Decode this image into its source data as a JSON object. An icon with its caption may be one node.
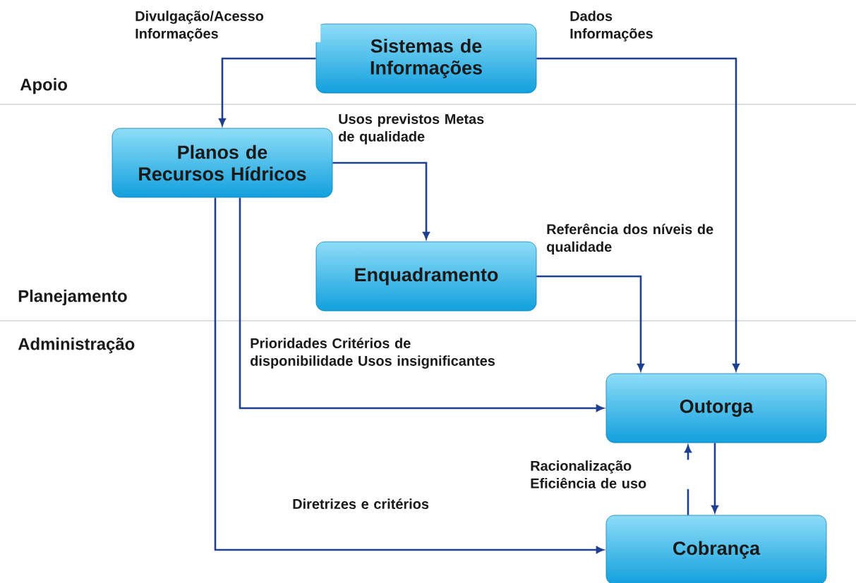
{
  "diagram": {
    "nodes": [
      {
        "text": [
          "Sistemas de Informações"
        ]
      },
      {
        "text": [
          "Planos de Recursos Hídricos"
        ]
      },
      {
        "text": [
          "Enquadramento"
        ]
      },
      {
        "text": [
          "Outorga"
        ]
      },
      {
        "text": [
          "Cobrança"
        ]
      }
    ],
    "edges": [
      {
        "from": 0,
        "to": 1,
        "arrow": "to",
        "label": "Divulgação/Acesso Informações"
      },
      {
        "from": 0,
        "to": 3,
        "arrow": "to",
        "label": "Dados Informações"
      },
      {
        "from": 1,
        "to": 2,
        "arrow": "to",
        "label": "Usos previstos Metas de qualidade"
      },
      {
        "from": 2,
        "to": 3,
        "arrow": "to",
        "label": "Referência dos níveis de qualidade"
      },
      {
        "from": 1,
        "to": 3,
        "arrow": "to",
        "label": "Prioridades Critérios de disponibilidade Usos insignificantes"
      },
      {
        "from": 1,
        "to": 4,
        "arrow": "to",
        "label": "Diretrizes e critérios"
      },
      {
        "from": 4,
        "to": 3,
        "arrow": "to",
        "label": "Racionalização Eficiência de uso"
      },
      {
        "from": 3,
        "to": 4,
        "arrow": "to"
      }
    ],
    "labels": [
      "Apoio",
      "Planejamento",
      "Administração"
    ]
  }
}
